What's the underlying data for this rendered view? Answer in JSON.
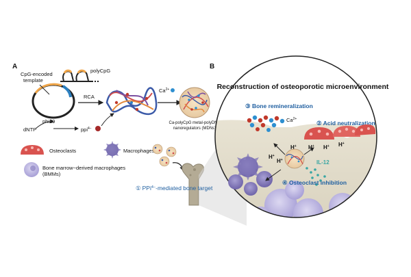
{
  "panel_a": {
    "label": "A",
    "template_line1": "CpG-encoded",
    "template_line2": "template",
    "polycpg": "polyCpG",
    "rca": "RCA",
    "dntp": "dNTP",
    "phi29": "phi29",
    "ppi": "ppi",
    "ppi_sup": "4−",
    "ca": "Ca",
    "ca_sup": "2+",
    "mdn_line1": "Ca-polyCpG metal-polyDNA",
    "mdn_line2": "nanoregulators (MDNs)"
  },
  "legend": {
    "osteoclasts": "Osteoclasts",
    "macrophages": "Macrophages",
    "bmm_line1": "Bone marrow−derived macrophages",
    "bmm_line2": "(BMMs)"
  },
  "bone_target": {
    "num": "①",
    "text_pre": "PPi",
    "text_sup": "4−",
    "text_post": "-mediated bone target"
  },
  "panel_b": {
    "label": "B",
    "title": "Reconstruction of  osteoporotic microenvironment",
    "remineralization": "③ Bone remineralization",
    "acid": "② Acid neutralization",
    "osteoclast_inhibition": "④ Osteoclast inhibition",
    "il12": "IL-12",
    "ca": "Ca",
    "ca_sup": "2+",
    "h": "H",
    "h_sup": "+"
  },
  "colors": {
    "accent_blue": "#1f5fa0",
    "osteoclast_red": "#d9534f",
    "macrophage_purple": "#7d73b5",
    "bmm_lavender": "#b8b1de",
    "teal": "#39a6a3"
  }
}
